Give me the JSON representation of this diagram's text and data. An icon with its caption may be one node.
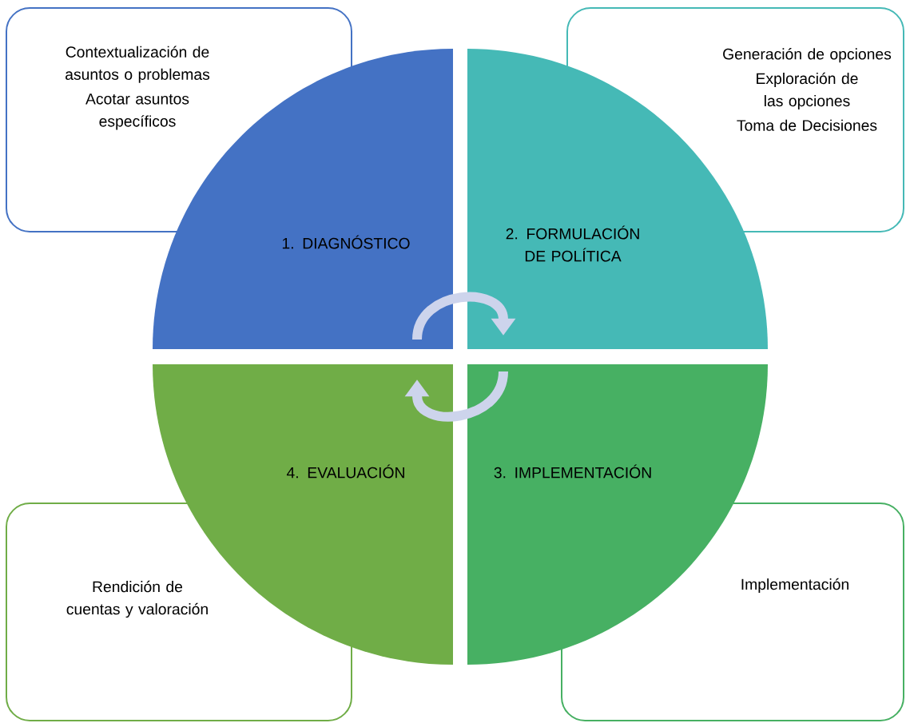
{
  "diagram": {
    "nodes": [
      {
        "text": [
          "Contextualización de asuntos o problemas",
          "Acotar asuntos específicos"
        ]
      },
      {
        "text": [
          "Generación de opciones",
          "Exploración de las opciones",
          "Toma de Decisiones"
        ]
      },
      {
        "text": [
          "1. DIAGNÓSTICO"
        ]
      },
      {
        "text": [
          "2. FORMULACIÓN DE POLÍTICA"
        ]
      },
      {
        "text": [
          "3. IMPLEMENTACIÓN"
        ]
      },
      {
        "text": [
          "4. EVALUACIÓN"
        ]
      },
      {
        "text": [
          "Rendición de cuentas y valoración"
        ]
      },
      {
        "text": [
          "Implementación"
        ]
      }
    ],
    "edges": [
      {
        "from": 2,
        "to": 3,
        "arrow": "to"
      },
      {
        "from": 4,
        "to": 5,
        "arrow": "to"
      }
    ]
  }
}
